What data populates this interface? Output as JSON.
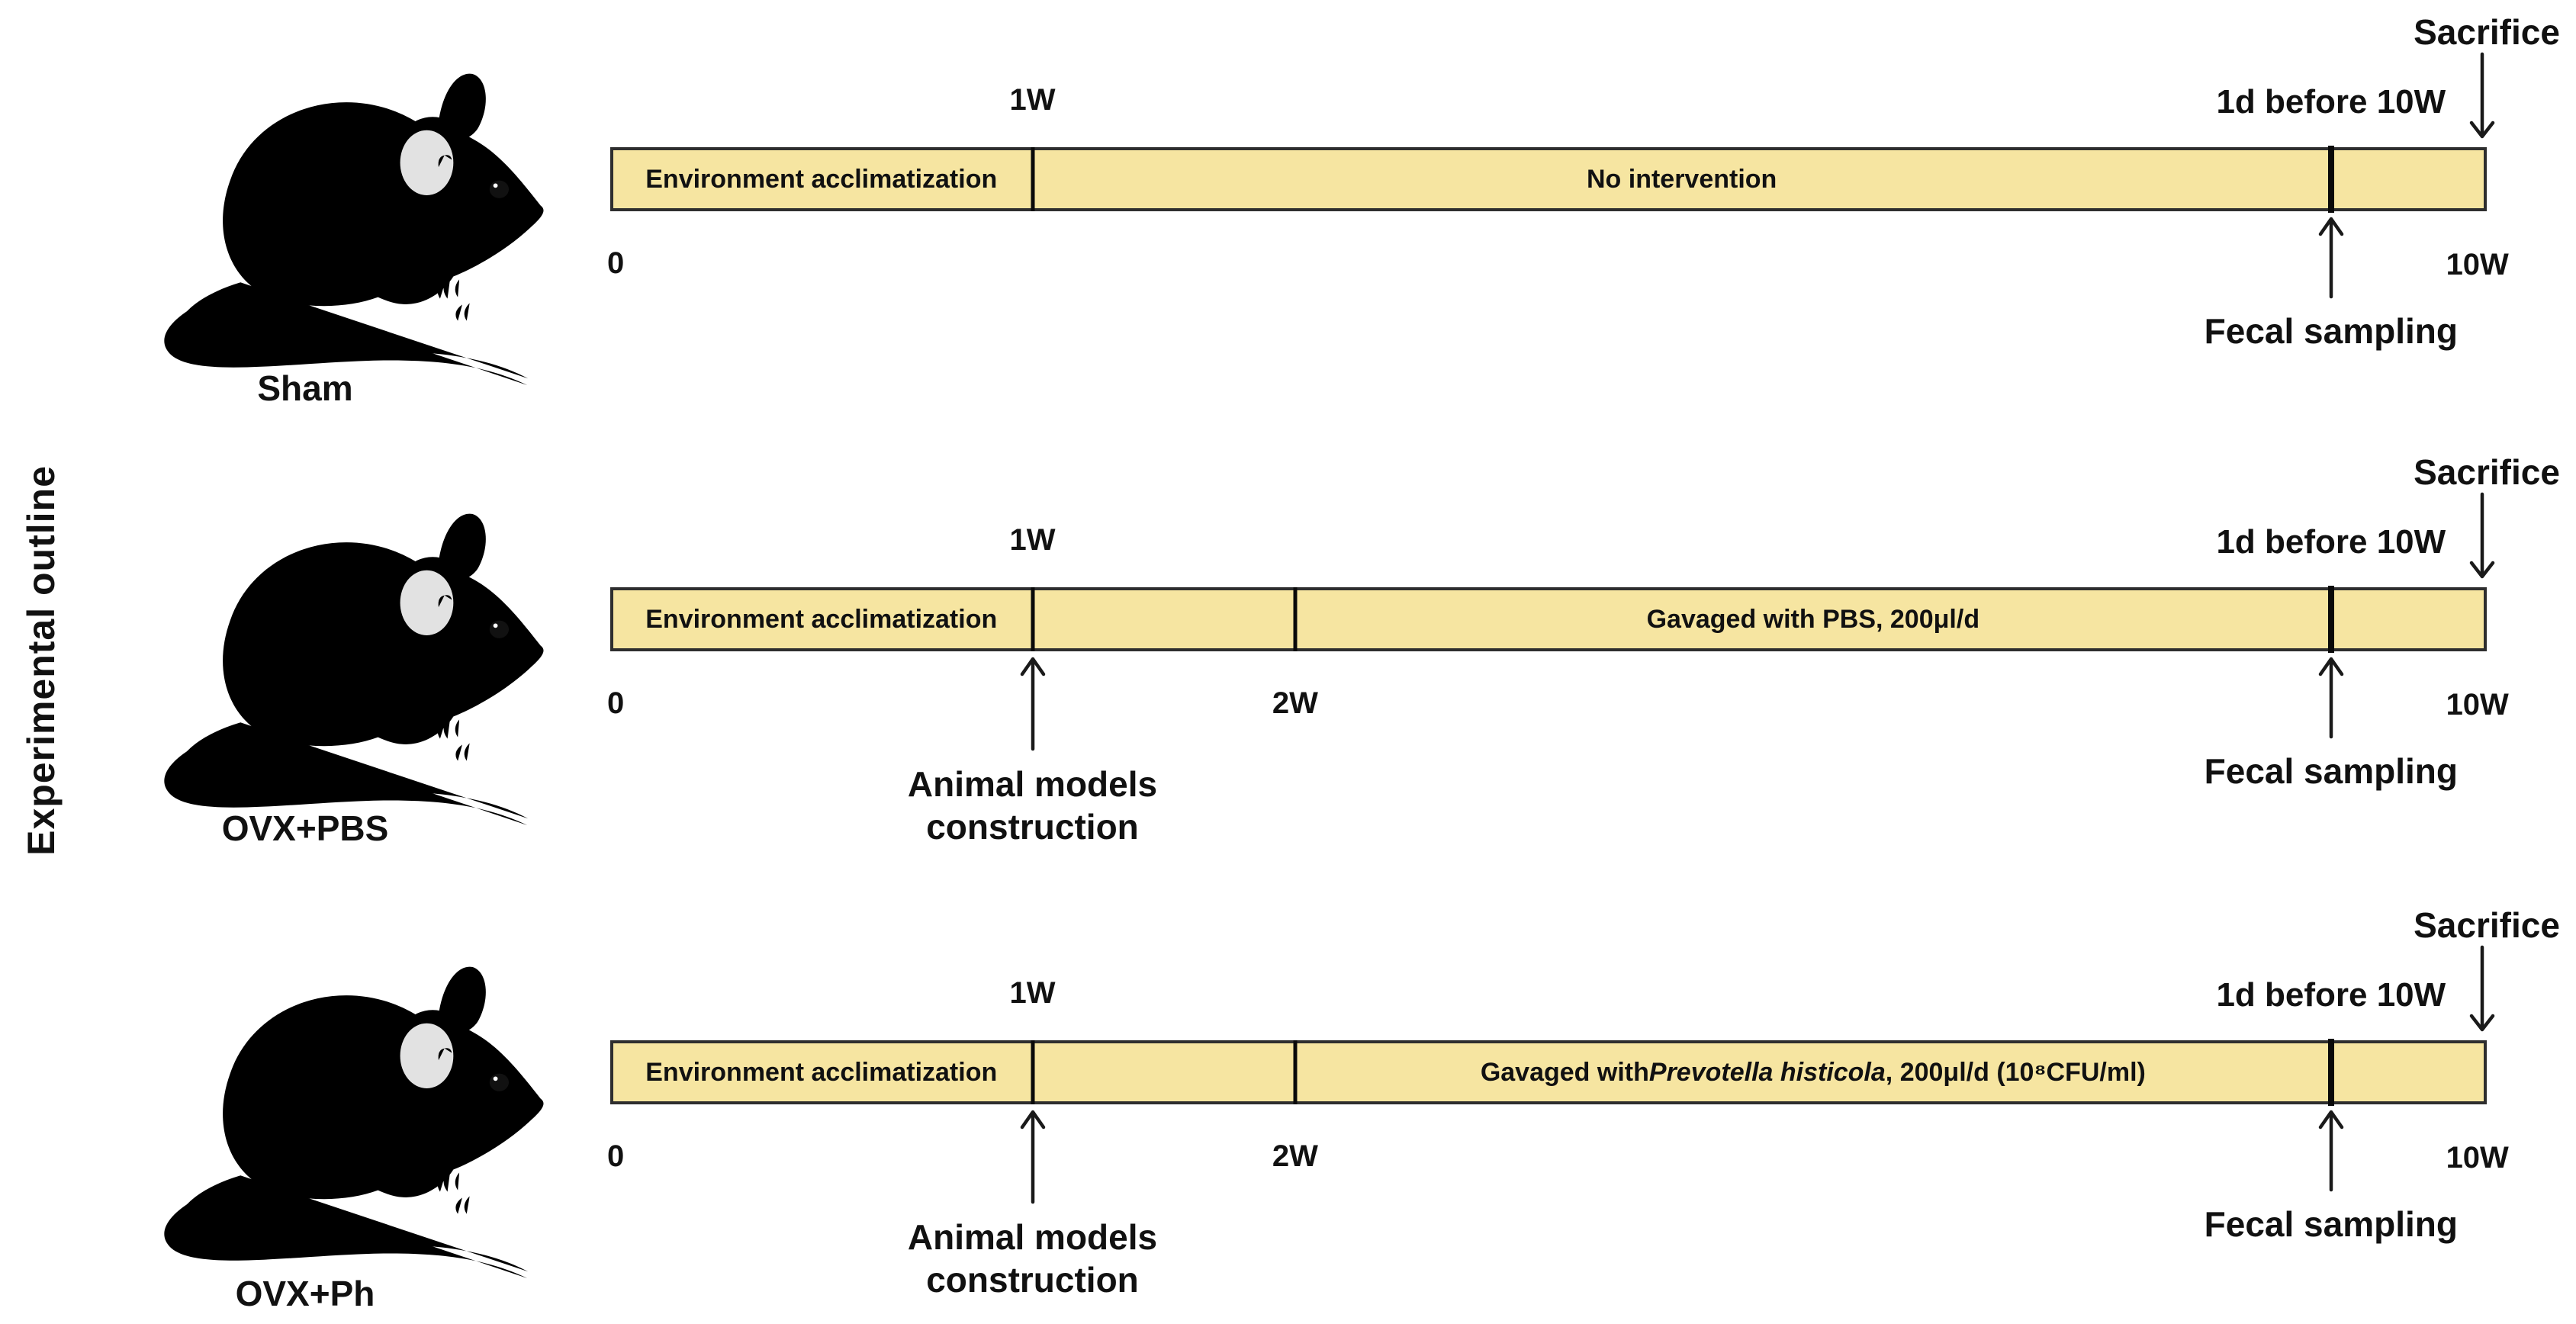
{
  "colors": {
    "bar_fill": "#F6E5A1",
    "bar_border": "#2E2E2E",
    "line": "#1A1A1A",
    "text": "#111111"
  },
  "figure": {
    "side_label": "Experimental outline",
    "mouse_icon": "mouse-icon"
  },
  "rows": [
    {
      "group": "Sham",
      "top": {
        "week1": "1W",
        "before": "1d before 10W",
        "sacrifice": "Sacrifice"
      },
      "bottom": {
        "start": "0",
        "end": "10W",
        "fecal": "Fecal sampling"
      },
      "segments": {
        "acclimatization": "Environment acclimatization",
        "main": "No intervention"
      }
    },
    {
      "group": "OVX+PBS",
      "top": {
        "week1": "1W",
        "before": "1d before 10W",
        "sacrifice": "Sacrifice"
      },
      "bottom": {
        "start": "0",
        "week2": "2W",
        "end": "10W",
        "fecal": "Fecal sampling",
        "animal1": "Animal models",
        "animal2": "construction"
      },
      "segments": {
        "acclimatization": "Environment acclimatization",
        "main": "Gavaged with PBS, 200μl/d"
      }
    },
    {
      "group": "OVX+Ph",
      "top": {
        "week1": "1W",
        "before": "1d before 10W",
        "sacrifice": "Sacrifice"
      },
      "bottom": {
        "start": "0",
        "week2": "2W",
        "end": "10W",
        "fecal": "Fecal sampling",
        "animal1": "Animal models",
        "animal2": "construction"
      },
      "segments": {
        "acclimatization": "Environment acclimatization",
        "main_prefix": "Gavaged with ",
        "main_italic": "Prevotella histicola",
        "main_suffix": ", 200μl/d (10⁸CFU/ml)"
      }
    }
  ]
}
